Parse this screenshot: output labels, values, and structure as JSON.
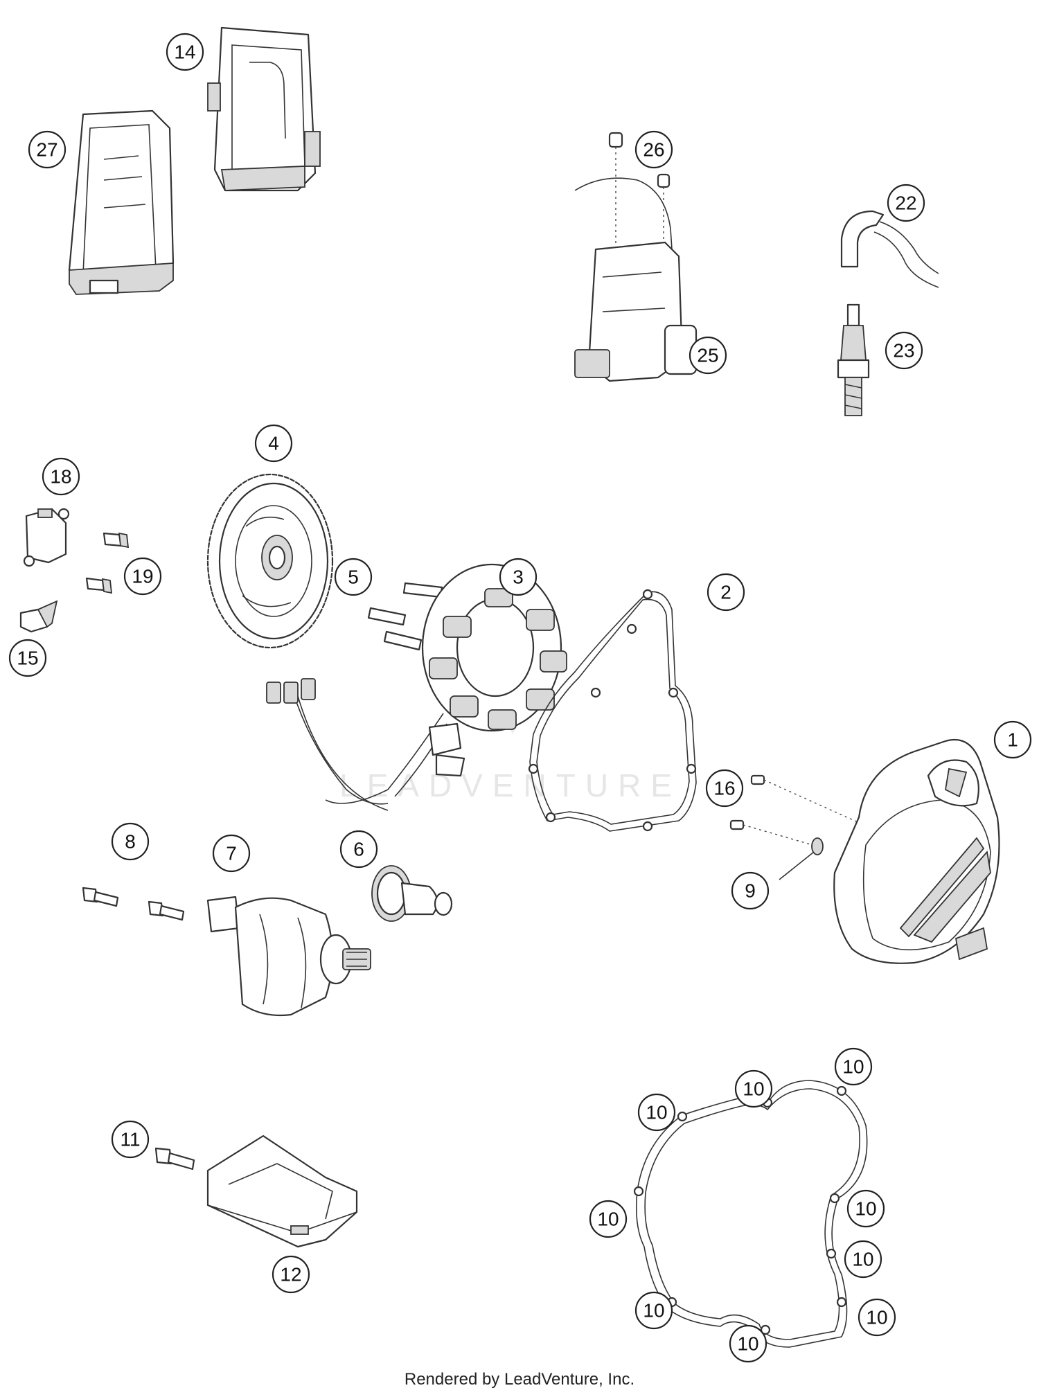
{
  "watermark": "LEADVENTURE",
  "footer": "Rendered by LeadVenture, Inc.",
  "callouts": {
    "c1": "1",
    "c2": "2",
    "c3": "3",
    "c4": "4",
    "c5": "5",
    "c6": "6",
    "c7": "7",
    "c8": "8",
    "c9": "9",
    "c10": "10",
    "c11": "11",
    "c12": "12",
    "c14": "14",
    "c15": "15",
    "c16": "16",
    "c18": "18",
    "c19": "19",
    "c22": "22",
    "c23": "23",
    "c25": "25",
    "c26": "26",
    "c27": "27"
  }
}
